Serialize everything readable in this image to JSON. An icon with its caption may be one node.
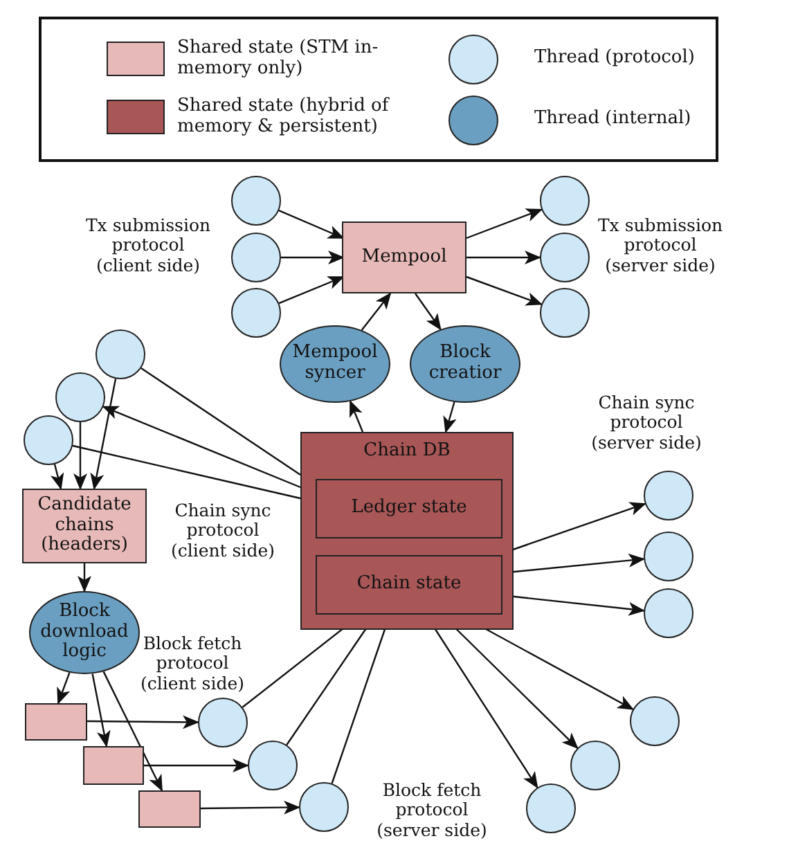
{
  "diagram": {
    "nodes": [
      {
        "text": [],
        "shape": "circle"
      },
      {
        "text": [],
        "shape": "circle"
      },
      {
        "text": [],
        "shape": "circle"
      },
      {
        "text": [
          "Mempool"
        ]
      },
      {
        "text": [],
        "shape": "circle"
      },
      {
        "text": [],
        "shape": "circle"
      },
      {
        "text": [],
        "shape": "circle"
      },
      {
        "text": [
          "Mempool syncer"
        ]
      },
      {
        "text": [
          "Block creatior"
        ]
      },
      {
        "text": [],
        "shape": "circle"
      },
      {
        "text": [],
        "shape": "circle"
      },
      {
        "text": [],
        "shape": "circle"
      },
      {
        "text": [
          "Chain DB"
        ]
      },
      {
        "text": [
          "Ledger state"
        ],
        "in": 12
      },
      {
        "text": [
          "Chain state"
        ],
        "in": 12
      },
      {
        "text": [],
        "shape": "circle"
      },
      {
        "text": [],
        "shape": "circle"
      },
      {
        "text": [],
        "shape": "circle"
      },
      {
        "text": [
          "Candidate chains (headers)"
        ]
      },
      {
        "text": [
          "Block download logic"
        ]
      },
      {
        "text": [],
        "shape": "box"
      },
      {
        "text": [],
        "shape": "box"
      },
      {
        "text": [],
        "shape": "box"
      },
      {
        "text": [],
        "shape": "circle"
      },
      {
        "text": [],
        "shape": "circle"
      },
      {
        "text": [],
        "shape": "circle"
      },
      {
        "text": [],
        "shape": "circle"
      },
      {
        "text": [],
        "shape": "circle"
      },
      {
        "text": [],
        "shape": "circle"
      }
    ],
    "edges": [
      {
        "from": 0,
        "to": 3,
        "arrow": "to"
      },
      {
        "from": 1,
        "to": 3,
        "arrow": "to"
      },
      {
        "from": 2,
        "to": 3,
        "arrow": "to"
      },
      {
        "from": 3,
        "to": 4,
        "arrow": "to"
      },
      {
        "from": 3,
        "to": 5,
        "arrow": "to"
      },
      {
        "from": 3,
        "to": 6,
        "arrow": "to"
      },
      {
        "from": 12,
        "to": 7,
        "arrow": "to"
      },
      {
        "from": 7,
        "to": 3,
        "arrow": "to"
      },
      {
        "from": 3,
        "to": 8,
        "arrow": "to"
      },
      {
        "from": 8,
        "to": 12,
        "arrow": "to"
      },
      {
        "from": 12,
        "to": 9,
        "arrow": "none"
      },
      {
        "from": 12,
        "to": 10,
        "arrow": "to"
      },
      {
        "from": 12,
        "to": 11,
        "arrow": "none"
      },
      {
        "from": 9,
        "to": 18,
        "arrow": "to"
      },
      {
        "from": 10,
        "to": 18,
        "arrow": "to"
      },
      {
        "from": 11,
        "to": 18,
        "arrow": "to"
      },
      {
        "from": 18,
        "to": 19,
        "arrow": "to"
      },
      {
        "from": 19,
        "to": 20,
        "arrow": "to"
      },
      {
        "from": 19,
        "to": 21,
        "arrow": "to"
      },
      {
        "from": 19,
        "to": 22,
        "arrow": "to"
      },
      {
        "from": 20,
        "to": 23,
        "arrow": "to"
      },
      {
        "from": 21,
        "to": 24,
        "arrow": "to"
      },
      {
        "from": 22,
        "to": 25,
        "arrow": "to"
      },
      {
        "from": 23,
        "to": 14,
        "arrow": "to"
      },
      {
        "from": 24,
        "to": 14,
        "arrow": "to"
      },
      {
        "from": 25,
        "to": 14,
        "arrow": "to"
      },
      {
        "from": 14,
        "to": 15,
        "arrow": "to"
      },
      {
        "from": 14,
        "to": 16,
        "arrow": "to"
      },
      {
        "from": 14,
        "to": 17,
        "arrow": "to"
      },
      {
        "from": 14,
        "to": 26,
        "arrow": "to"
      },
      {
        "from": 14,
        "to": 27,
        "arrow": "to"
      },
      {
        "from": 14,
        "to": 28,
        "arrow": "to"
      }
    ],
    "labels": [
      "Tx submission protocol (client side)",
      "Tx submission protocol (server side)",
      "Chain sync protocol (client side)",
      "Chain sync protocol (server side)",
      "Block fetch protocol (client side)",
      "Block fetch protocol (server side)"
    ],
    "legend": [
      {
        "text": "Shared state (STM in-memory only)",
        "color": "#e8b9b9"
      },
      {
        "text": "Thread (protocol)",
        "color": "#cfe8f8"
      },
      {
        "text": "Shared state (hybrid of memory & persistent)",
        "color": "#a85656"
      },
      {
        "text": "Thread (internal)",
        "color": "#6b9fc1"
      }
    ]
  }
}
